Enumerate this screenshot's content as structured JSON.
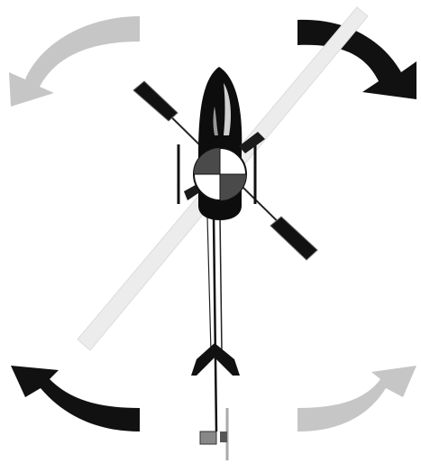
{
  "colors": {
    "arrow_dark": "#111111",
    "arrow_light": "#c6c6c6",
    "rotor_blade": "#ececec",
    "body": "#0d0d0d",
    "target_dark": "#4a4a4a",
    "target_light": "#ffffff",
    "background": "#ffffff"
  },
  "arrows": [
    {
      "id": "top-left",
      "shade": "light",
      "direction": "counter-clockwise"
    },
    {
      "id": "top-right",
      "shade": "dark",
      "direction": "clockwise"
    },
    {
      "id": "bottom-left",
      "shade": "dark",
      "direction": "clockwise"
    },
    {
      "id": "bottom-right",
      "shade": "light",
      "direction": "counter-clockwise"
    }
  ],
  "subject": {
    "icon": "helicopter-top-view-icon",
    "components": [
      "main-rotor-blade",
      "fuselage-canopy",
      "center-target-marker",
      "flybar-paddles",
      "tail-boom",
      "tail-fin",
      "tail-rotor"
    ]
  }
}
